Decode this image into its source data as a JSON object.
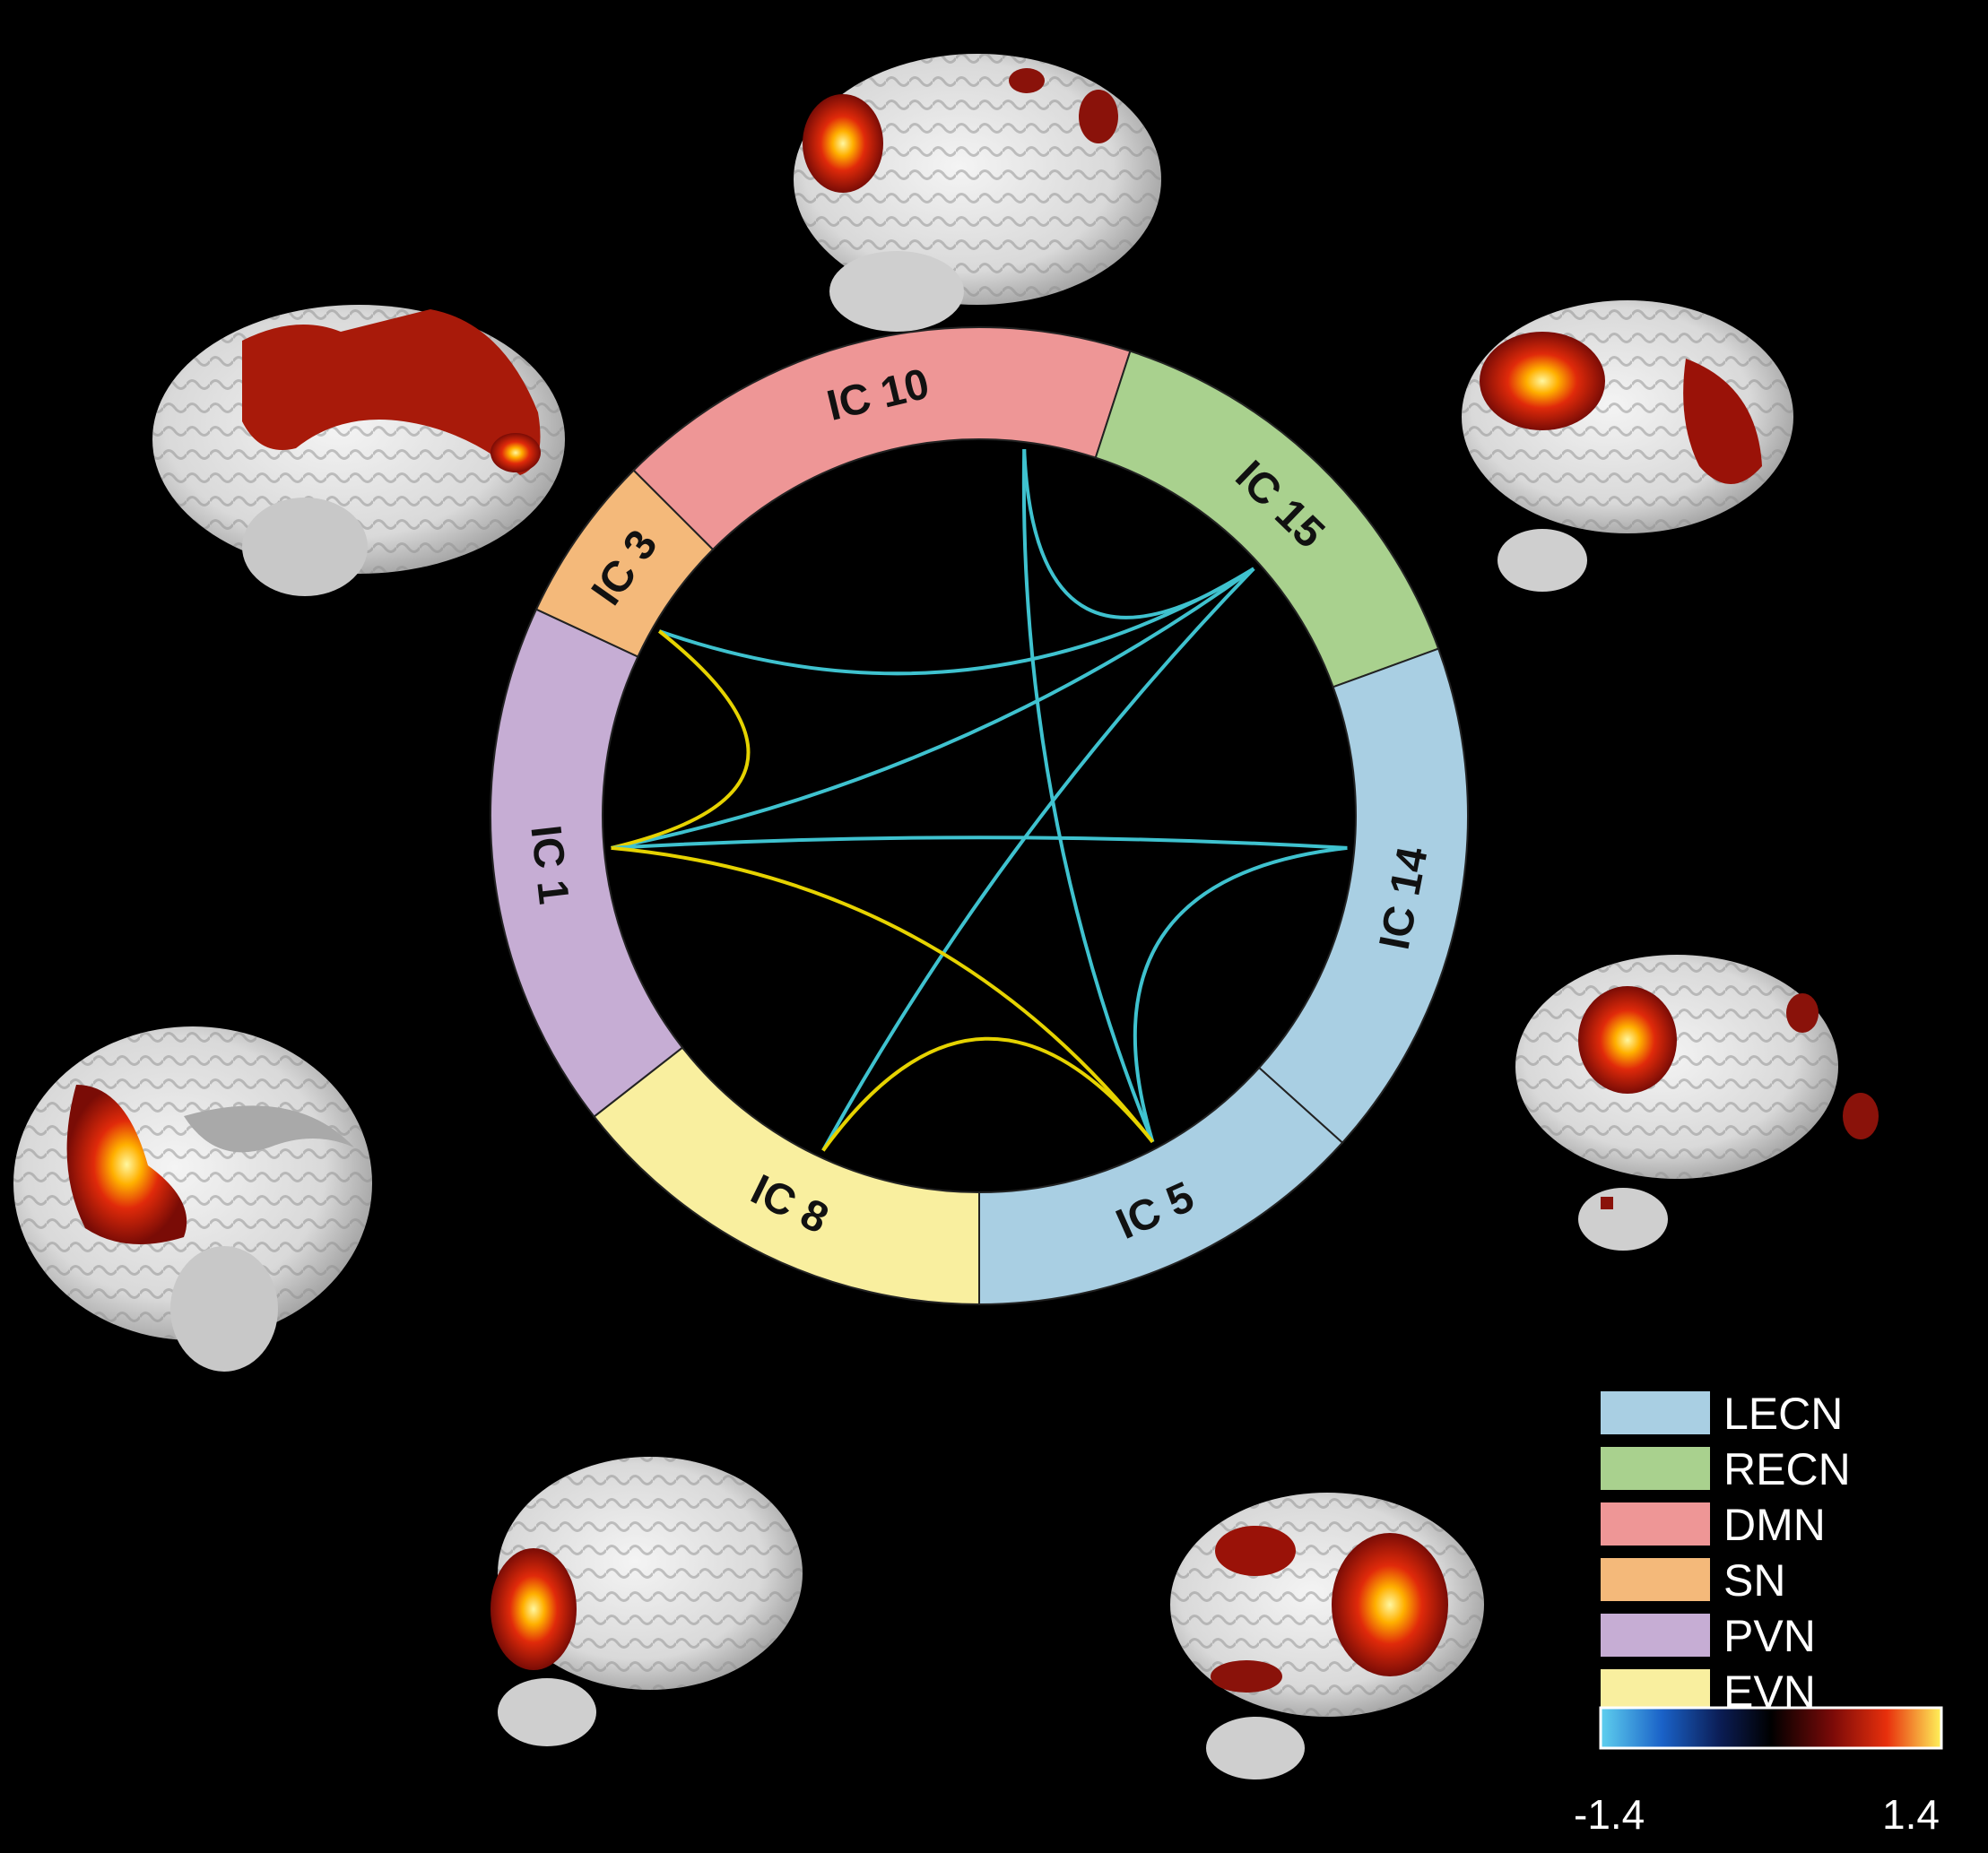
{
  "segments": [
    {
      "id": "ic10",
      "label": "IC 10",
      "network": "DMN"
    },
    {
      "id": "ic15",
      "label": "IC 15",
      "network": "RECN"
    },
    {
      "id": "ic14",
      "label": "IC 14",
      "network": "LECN"
    },
    {
      "id": "ic5",
      "label": "IC  5",
      "network": "LECN"
    },
    {
      "id": "ic8",
      "label": "IC 8",
      "network": "EVN"
    },
    {
      "id": "ic1",
      "label": "IC 1",
      "network": "PVN"
    },
    {
      "id": "ic3",
      "label": "IC 3",
      "network": "SN"
    }
  ],
  "legend": [
    {
      "label": "LECN",
      "color": "#a9cfe3"
    },
    {
      "label": "RECN",
      "color": "#a9d18e"
    },
    {
      "label": "DMN",
      "color": "#ee9696"
    },
    {
      "label": "SN",
      "color": "#f4b97a"
    },
    {
      "label": "PVN",
      "color": "#c6add4"
    },
    {
      "label": "EVN",
      "color": "#f9ef9f"
    }
  ],
  "connection_colors": {
    "negative": "#3fc2cf",
    "positive": "#e6d300"
  },
  "colorbar": {
    "min_label": "-1.4",
    "max_label": "1.4"
  }
}
